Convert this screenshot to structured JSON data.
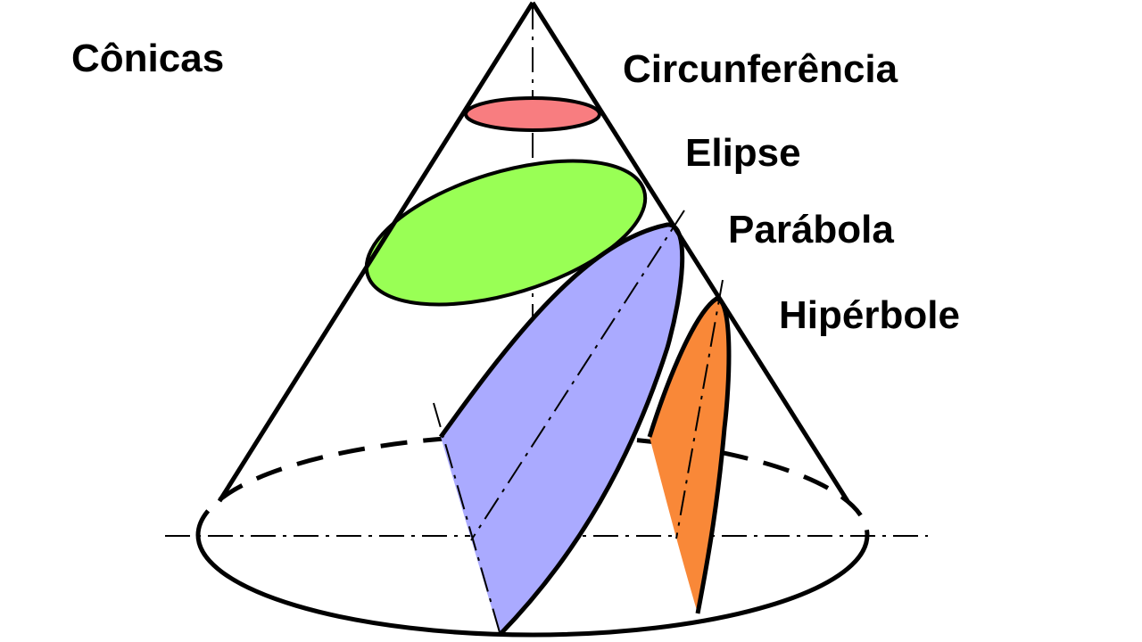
{
  "title": "Cônicas",
  "sections": [
    {
      "key": "circle",
      "label": "Circunferência",
      "color": "#f87d80"
    },
    {
      "key": "ellipse",
      "label": "Elipse",
      "color": "#99ff55"
    },
    {
      "key": "parabola",
      "label": "Parábola",
      "color": "#aaaaff"
    },
    {
      "key": "hyperbola",
      "label": "Hipérbole",
      "color": "#f98838"
    }
  ]
}
